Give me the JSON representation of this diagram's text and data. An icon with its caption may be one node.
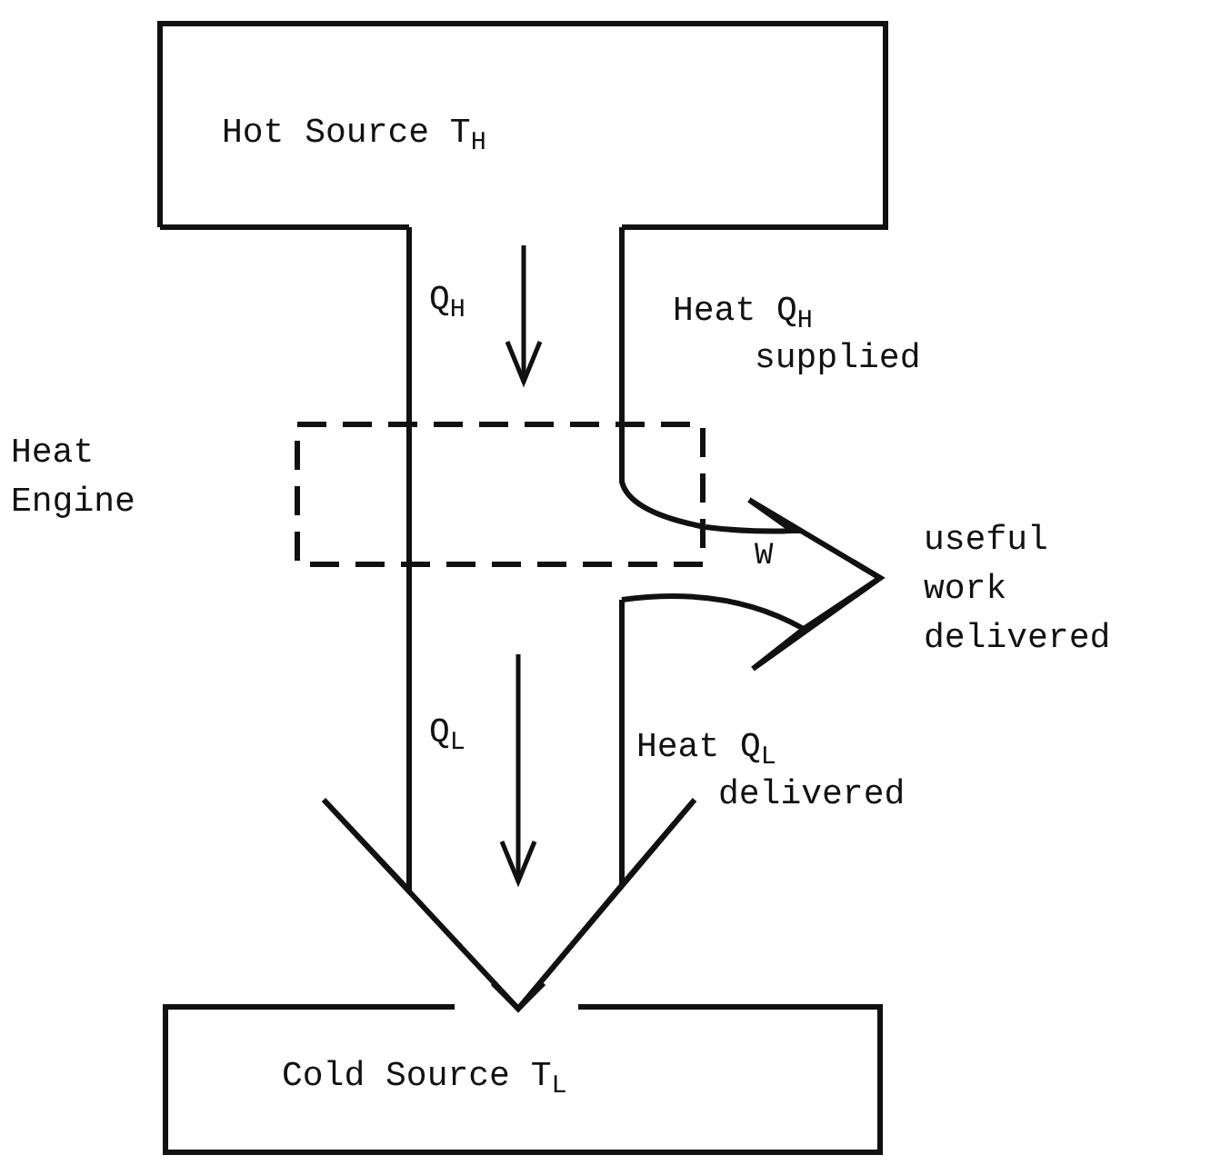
{
  "diagram": {
    "nodes": [
      {
        "text": [
          "Hot Source T$_{H}$"
        ]
      },
      {
        "text": [
          "Heat Engine"
        ]
      },
      {
        "text": [
          "useful work delivered"
        ]
      },
      {
        "text": [
          "Cold Source T$_{L}$"
        ]
      }
    ],
    "edges": [
      {
        "from": 0,
        "to": 1,
        "arrow": "none"
      },
      {
        "from": 1,
        "to": 3,
        "arrow": "to"
      },
      {
        "from": 1,
        "to": 2,
        "arrow": "to",
        "label": "W"
      }
    ],
    "labels": [
      "Q$_{H}$",
      "Heat Q$_{H}$ supplied",
      "Q$_{L}$",
      "Heat Q$_{L}$ delivered"
    ]
  }
}
